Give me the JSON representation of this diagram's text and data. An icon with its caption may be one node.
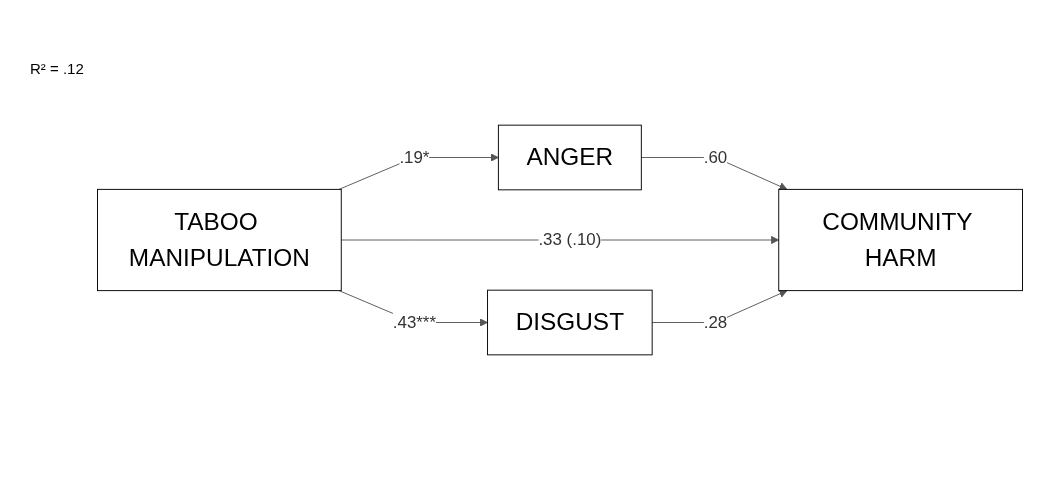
{
  "diagram": {
    "nodes": [
      {
        "text": [
          "TABOO MANIPULATION"
        ]
      },
      {
        "text": [
          "ANGER"
        ]
      },
      {
        "text": [
          "COMMUNITY HARM"
        ]
      },
      {
        "text": [
          "DISGUST"
        ]
      }
    ],
    "edges": [
      {
        "from": 0,
        "to": 1,
        "arrow": "to",
        "label": ".19*"
      },
      {
        "from": 1,
        "to": 2,
        "arrow": "to",
        "label": ".60"
      },
      {
        "from": 0,
        "to": 2,
        "arrow": "to",
        "label": ".33 (.10)"
      },
      {
        "from": 0,
        "to": 3,
        "arrow": "to",
        "label": ".43***"
      },
      {
        "from": 3,
        "to": 2,
        "arrow": "to",
        "label": ".28"
      }
    ],
    "labels": [
      "R² = .12"
    ]
  }
}
